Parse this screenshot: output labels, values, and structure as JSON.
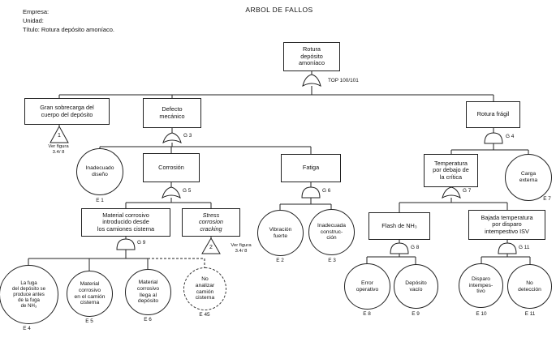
{
  "header": {
    "empresa": "Empresa:",
    "unidad": "Unidad:",
    "titulo": "Título: Rotura depósito amoníaco.",
    "page_title": "ARBOL DE FALLOS"
  },
  "tree": {
    "top": {
      "label": "Rotura\ndepósito\namoníaco",
      "gate_label": "TOP 100/101",
      "gate_type": "or"
    },
    "gran_sobrecarga": {
      "label": "Gran sobrecarga del\ncuerpo del depósito",
      "transfer": "1",
      "note": "Ver figura\n3.4/ 8"
    },
    "defecto_mecanico": {
      "label": "Defecto\nmecánico",
      "gate_label": "G 3",
      "gate_type": "or"
    },
    "rotura_fragil": {
      "label": "Rotura frágil",
      "gate_label": "G 4",
      "gate_type": "and"
    },
    "inadecuado_diseno": {
      "label": "Inadecuado\ndiseño",
      "event": "E 1"
    },
    "corrosion": {
      "label": "Corrosión",
      "gate_label": "G 5",
      "gate_type": "or"
    },
    "fatiga": {
      "label": "Fatiga",
      "gate_label": "G 6",
      "gate_type": "and"
    },
    "temperatura_critica": {
      "label": "Temperatura\npor debajo de\nla crítica",
      "gate_label": "G 7",
      "gate_type": "or"
    },
    "carga_externa": {
      "label": "Carga\nexterna",
      "event": "E 7"
    },
    "material_corrosivo": {
      "label": "Material corrosivo\nintroducido desde\nlos camiones cisterna",
      "gate_label": "G 9",
      "gate_type": "and"
    },
    "stress_corrosion": {
      "label": "Stress\ncorrosion\ncracking",
      "transfer": "2",
      "note": "Ver figura\n3.4/ 8"
    },
    "vibracion_fuerte": {
      "label": "Vibración\nfuerte",
      "event": "E 2"
    },
    "inadecuada_construccion": {
      "label": "Inadecuada\nconstruc-\nción",
      "event": "E 3"
    },
    "flash_nh3": {
      "label": "Flash de NH₃",
      "gate_label": "G 8",
      "gate_type": "and"
    },
    "bajada_temperatura": {
      "label": "Bajada temperatura\npor disparo\nintempestivo ISV",
      "gate_label": "G 11",
      "gate_type": "and"
    },
    "fuga_deposito": {
      "label": "La fuga\ndel depósito se\nproduce antes\nde la fuga\nde NH₃",
      "event": "E 4"
    },
    "material_camion": {
      "label": "Material\ncorrosivo\nen el camión\ncisterna",
      "event": "E 5"
    },
    "material_llega": {
      "label": "Material\ncorrosivo\nllega al\ndepósito",
      "event": "E 6"
    },
    "no_analizar": {
      "label": "No\nanalizar\ncamión\ncisterna",
      "event": "E 45"
    },
    "error_operativo": {
      "label": "Error\noperativo",
      "event": "E 8"
    },
    "deposito_vacio": {
      "label": "Depósito\nvacío",
      "event": "E 9"
    },
    "disparo_intempestivo": {
      "label": "Disparo\nintempes-\ntivo",
      "event": "E 10"
    },
    "no_deteccion": {
      "label": "No\ndetección",
      "event": "E 11"
    }
  }
}
